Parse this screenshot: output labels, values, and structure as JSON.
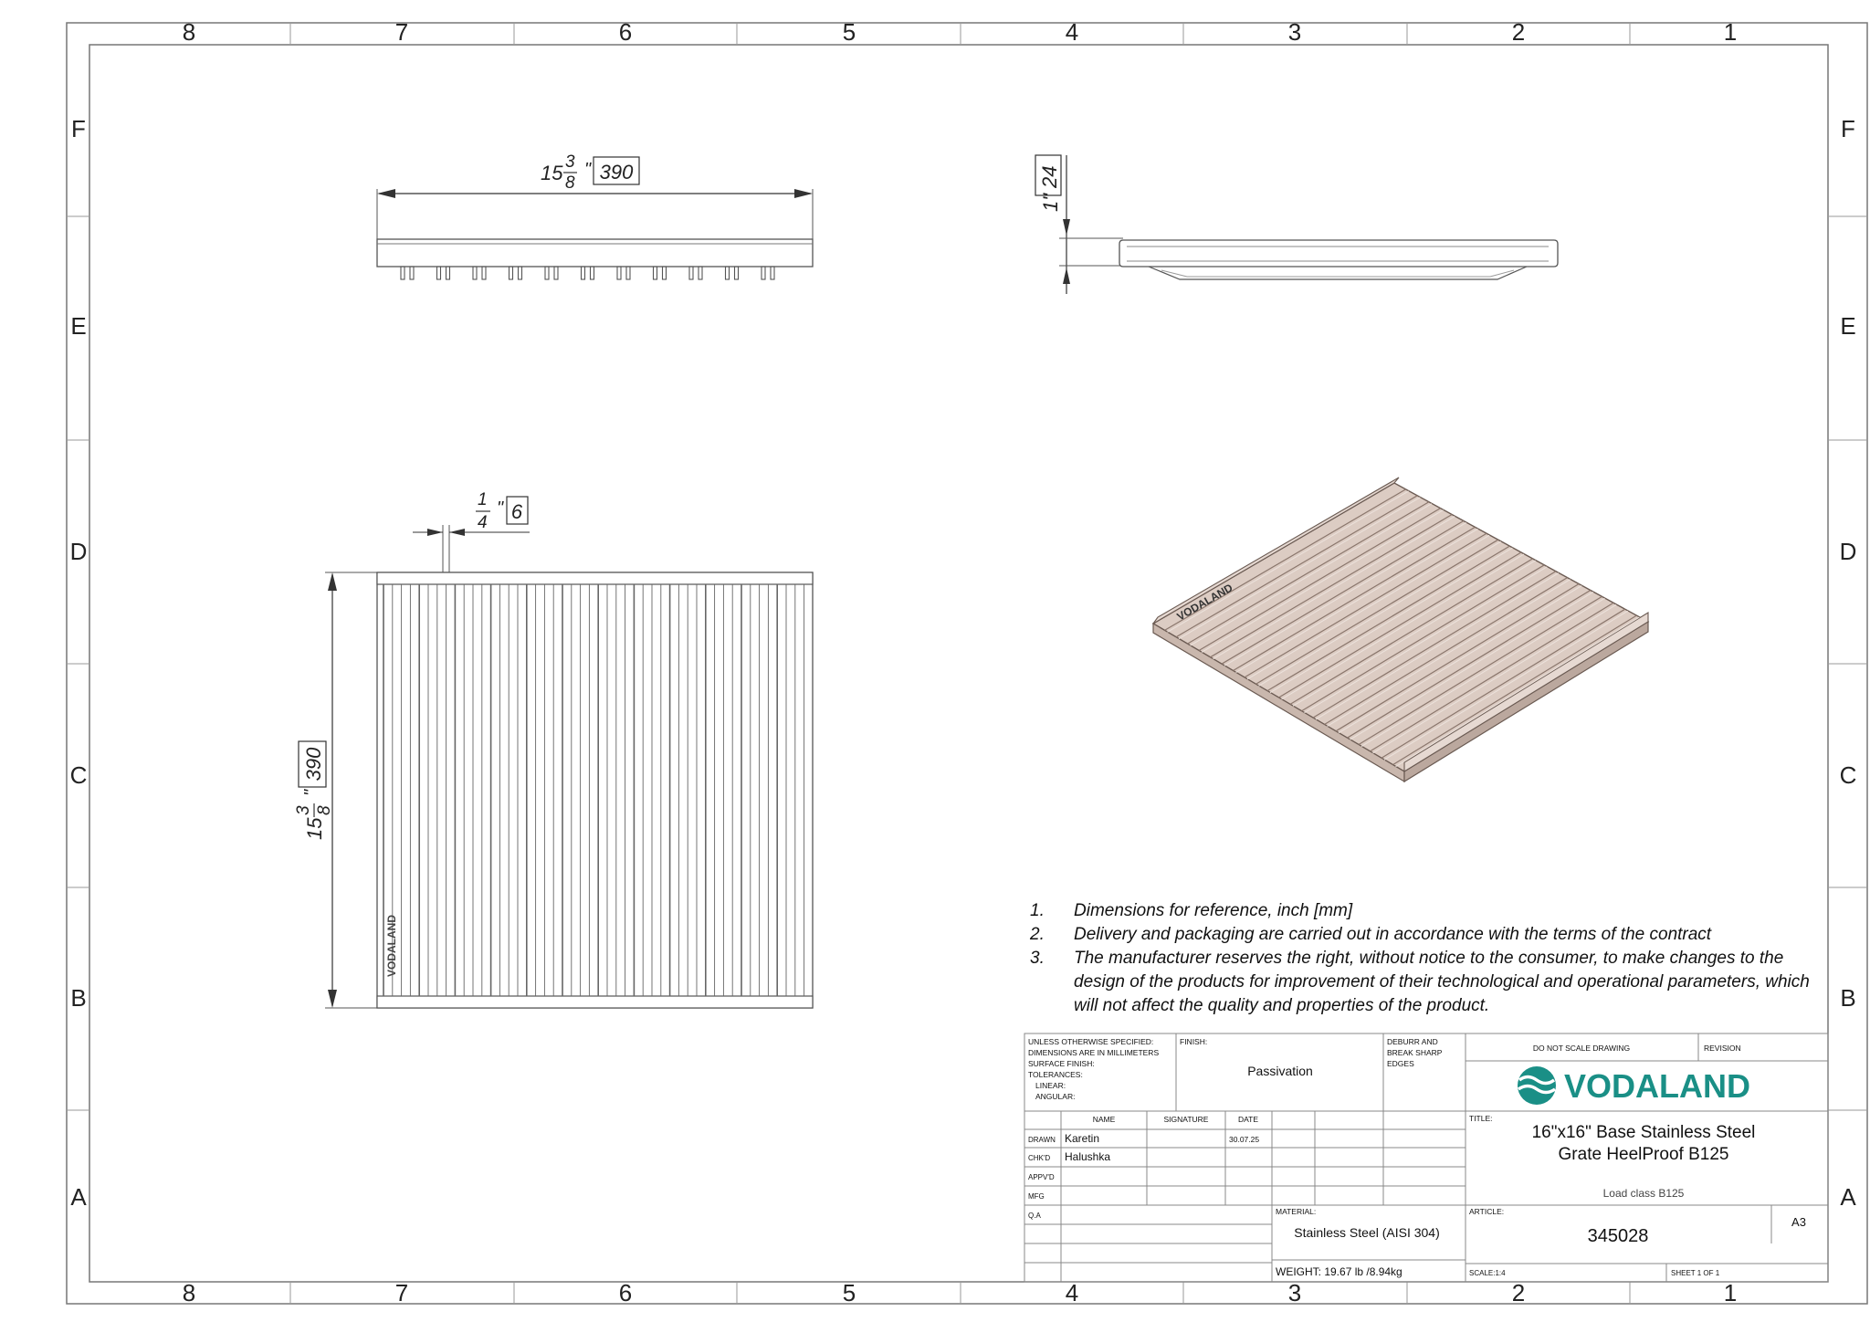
{
  "zones": {
    "columns": [
      "8",
      "7",
      "6",
      "5",
      "4",
      "3",
      "2",
      "1"
    ],
    "rows": [
      "F",
      "E",
      "D",
      "C",
      "B",
      "A"
    ]
  },
  "dimensions": {
    "width_whole": "15",
    "width_frac_num": "3",
    "width_frac_den": "8",
    "width_mark": "\"",
    "width_mm": "390",
    "height_whole": "15",
    "height_frac_num": "3",
    "height_frac_den": "8",
    "height_mark": "\"",
    "height_mm": "390",
    "thickness_in": "1\"",
    "thickness_mm": "24",
    "bar_frac_num": "1",
    "bar_frac_den": "4",
    "bar_mark": "\"",
    "bar_mm": "6"
  },
  "part_logo_text": "VODALAND",
  "notes": [
    {
      "num": "1.",
      "text": "Dimensions for reference, inch [mm]"
    },
    {
      "num": "2.",
      "text": "Delivery and packaging are carried out in accordance with the terms of the contract"
    },
    {
      "num": "3.",
      "text": "The manufacturer reserves the right, without notice to the consumer, to make changes to the design of the products for improvement of their technological and operational parameters, which will not affect the quality and properties of the product."
    }
  ],
  "title_block": {
    "spec_lines": [
      "UNLESS OTHERWISE SPECIFIED:",
      "DIMENSIONS ARE IN MILLIMETERS",
      "SURFACE FINISH:",
      "TOLERANCES:",
      "LINEAR:",
      "ANGULAR:"
    ],
    "finish_label": "FINISH:",
    "finish_value": "Passivation",
    "deburr_lines": [
      "DEBURR AND",
      "BREAK SHARP",
      "EDGES"
    ],
    "do_not_scale": "DO NOT SCALE DRAWING",
    "revision_label": "REVISION",
    "logo_text": "VODALAND",
    "name_header": "NAME",
    "signature_header": "SIGNATURE",
    "date_header": "DATE",
    "roles": [
      "DRAWN",
      "CHK'D",
      "APPV'D",
      "MFG",
      "Q.A"
    ],
    "drawn_name": "Karetin",
    "drawn_date": "30.07.25",
    "checked_name": "Halushka",
    "title_label": "TITLE:",
    "title_line1": "16\"x16\" Base Stainless Steel",
    "title_line2": "Grate HeelProof B125",
    "subtitle": "Load class B125",
    "material_label": "MATERIAL:",
    "material_value": "Stainless Steel (AISI 304)",
    "article_label": "ARTICLE:",
    "article_value": "345028",
    "size_value": "A3",
    "weight": "WEIGHT: 19.67 lb /8.94kg",
    "scale": "SCALE:1:4",
    "sheet": "SHEET 1 OF 1"
  },
  "colors": {
    "line": "#555555",
    "render_fill": "#dcccc3",
    "render_dark": "#b8a49a",
    "logo": "#1a8f86"
  }
}
